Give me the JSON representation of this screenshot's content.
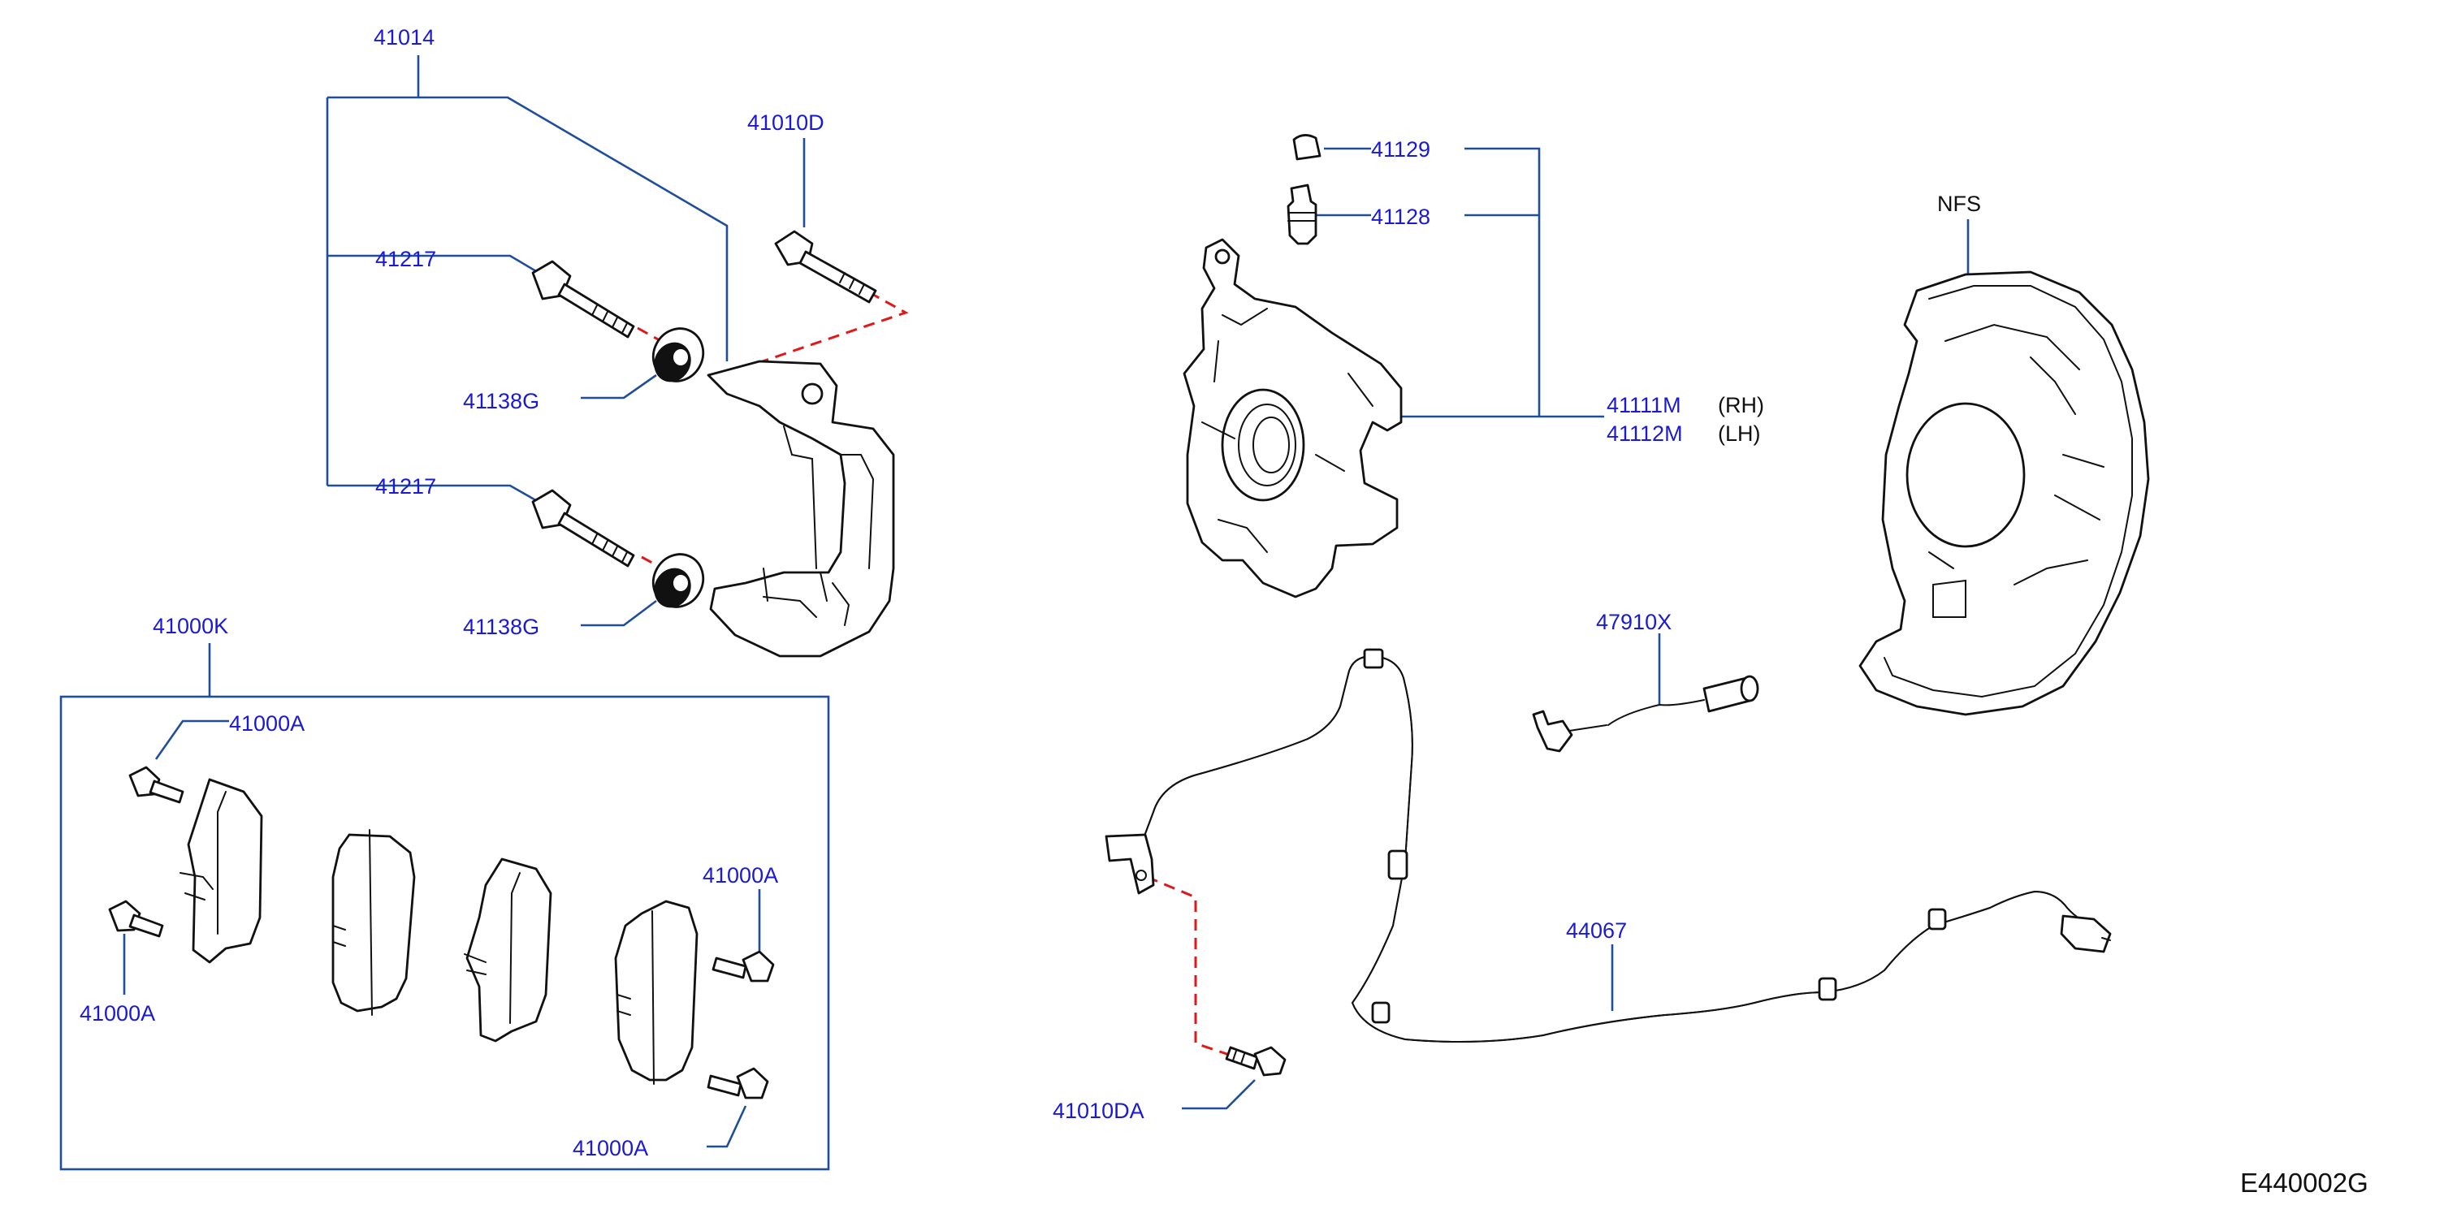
{
  "diagram_code": "E440002G",
  "callouts": {
    "c41014": "41014",
    "c41010D": "41010D",
    "c41217_top": "41217",
    "c41217_bot": "41217",
    "c41138G_top": "41138G",
    "c41138G_bot": "41138G",
    "c41000K": "41000K",
    "c41000A_1": "41000A",
    "c41000A_2": "41000A",
    "c41000A_3": "41000A",
    "c41000A_4": "41000A",
    "c41129": "41129",
    "c41128": "41128",
    "c41111M": "41111M",
    "c41112M": "41112M",
    "rh": "(RH)",
    "lh": "(LH)",
    "nfs": "NFS",
    "c47910X": "47910X",
    "c44067": "44067",
    "c41010DA": "41010DA"
  },
  "colors": {
    "callout_text": "#1a1ad6",
    "leader_line": "#1f4e9c",
    "hidden_line": "#e01818",
    "part_outline": "#111111"
  }
}
